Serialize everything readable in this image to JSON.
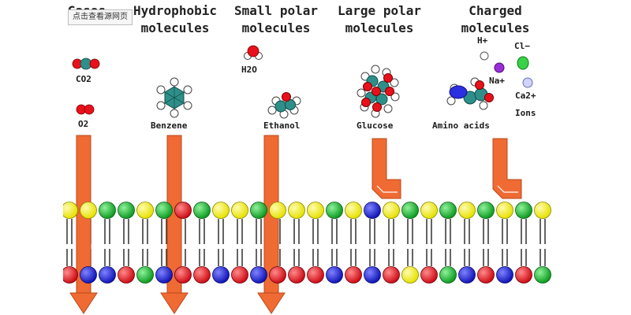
{
  "overlay": {
    "badge_label": "点击查看源网页"
  },
  "categories": {
    "gases": "Gases",
    "hydrophobic_line1": "Hydrophobic",
    "hydrophobic_line2": "molecules",
    "small_polar_line1": "Small polar",
    "small_polar_line2": "molecules",
    "large_polar_line1": "Large polar",
    "large_polar_line2": "molecules",
    "charged_line1": "Charged",
    "charged_line2": "molecules"
  },
  "molecules": {
    "co2": "CO2",
    "o2": "O2",
    "benzene": "Benzene",
    "h2o": "H2O",
    "ethanol": "Ethanol",
    "glucose": "Glucose",
    "amino_acids": "Amino acids"
  },
  "ions": {
    "h": "H+",
    "cl": "Cl−",
    "na": "Na+",
    "ca": "Ca2+",
    "label": "Ions"
  },
  "colors": {
    "arrow": "#f06a33",
    "arrow_outline": "#b84a1a",
    "head_yellow": "#f2ef1e",
    "head_green": "#17b22b",
    "head_red": "#e8111b",
    "head_blue": "#1b1fd2",
    "tail": "#222222"
  },
  "membrane": {
    "top_row": [
      "Y",
      "Y",
      "G",
      "G",
      "Y",
      "G",
      "R",
      "G",
      "Y",
      "Y",
      "G",
      "Y",
      "Y",
      "Y",
      "G",
      "Y",
      "B",
      "Y",
      "G",
      "Y",
      "G",
      "Y",
      "G",
      "Y",
      "G",
      "Y"
    ],
    "bottom_row": [
      "R",
      "B",
      "B",
      "R",
      "G",
      "B",
      "R",
      "R",
      "B",
      "R",
      "B",
      "R",
      "R",
      "R",
      "B",
      "R",
      "B",
      "R",
      "Y",
      "R",
      "G",
      "B",
      "R",
      "B",
      "R",
      "G"
    ]
  }
}
